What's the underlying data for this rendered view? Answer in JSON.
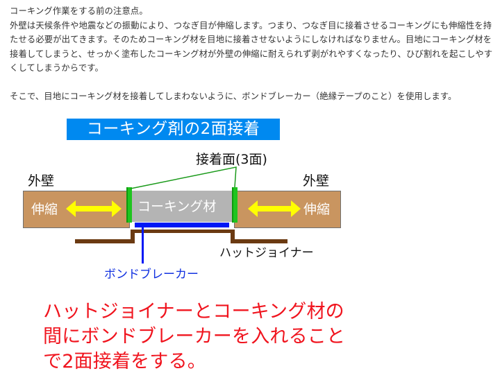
{
  "article": {
    "heading_line": "コーキング作業をする前の注意点。",
    "paragraph1_lines": [
      "外壁は天候条件や地震などの振動により、つなぎ目が伸縮します。つまり、つなぎ目に接着させるコーキングにも伸縮性を持",
      "たせる必要が出てきます。そのためコーキング材を目地に接着させないようにしなければなりません。目地にコーキング材を",
      "接着してしまうと、せっかく塗布したコーキング材が外壁の伸縮に耐えられず剥がれやすくなったり、ひび割れを起こしやす",
      "くしてしまうからです。"
    ],
    "paragraph2": "そこで、目地にコーキング材を接着してしまわないように、ボンドブレーカー（絶縁テープのこと）を使用します。"
  },
  "figure": {
    "title": "コーキング剤の2面接着",
    "adhesion_label": "接着面(3面)",
    "left_wall_label": "外壁",
    "right_wall_label": "外壁",
    "left_wall_text": "伸縮",
    "right_wall_text": "伸縮",
    "caulk_text": "コーキング材",
    "hat_joiner_label": "ハットジョイナー",
    "bond_breaker_label": "ボンドブレーカー",
    "note_lines": [
      "ハットジョイナーとコーキング材の",
      "間にボンドブレーカーを入れること",
      "で2面接着をする。"
    ],
    "colors": {
      "banner": "#0089f0",
      "wall": "#c99560",
      "caulk": "#b4b4b4",
      "adhesion_green": "#1fc41f",
      "bond_breaker_blue": "#0018f5",
      "hat_joiner_brown": "#6b3a12",
      "arrow_yellow": "#ffff00",
      "note_red": "#f0141e"
    }
  }
}
